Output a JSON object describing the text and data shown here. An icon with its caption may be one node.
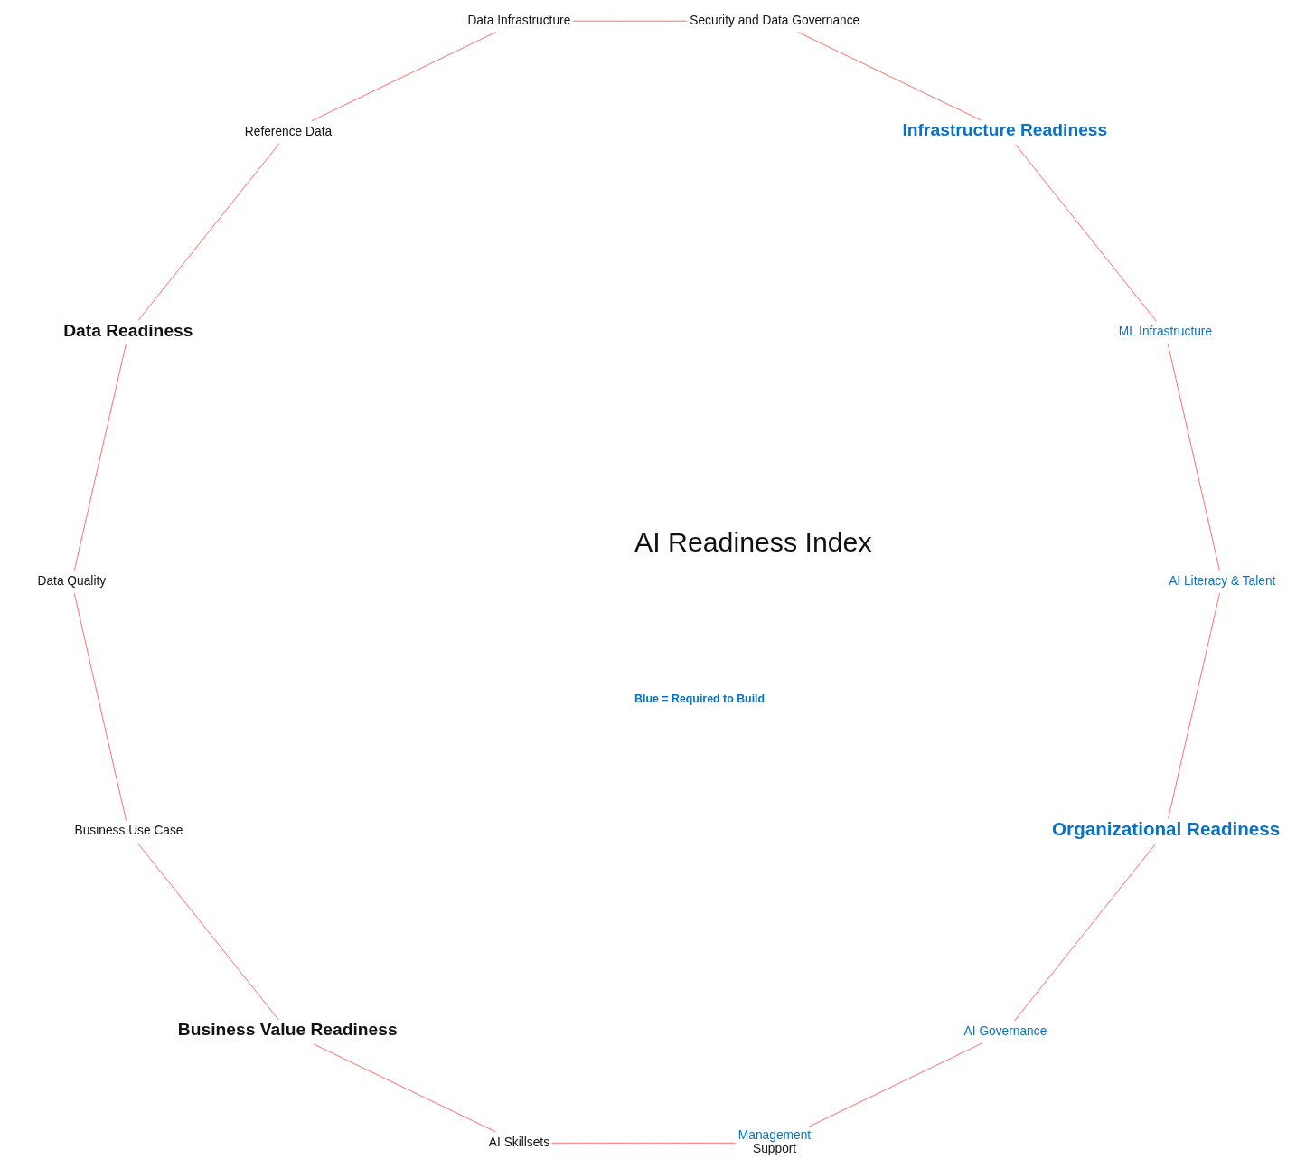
{
  "diagram": {
    "nodes": [
      {
        "text": [
          "Organizational Readiness"
        ]
      },
      {
        "text": [
          "AI Governance"
        ]
      },
      {
        "text": [
          "Management",
          "Support"
        ]
      },
      {
        "text": [
          "AI Skillsets"
        ]
      },
      {
        "text": [
          "Business Value Readiness"
        ]
      },
      {
        "text": [
          "Business Use Case"
        ]
      },
      {
        "text": [
          "Data Quality"
        ]
      },
      {
        "text": [
          "Data Readiness"
        ]
      },
      {
        "text": [
          "Reference Data"
        ]
      },
      {
        "text": [
          "Data Infrastructure"
        ]
      },
      {
        "text": [
          "Security and Data Governance"
        ]
      },
      {
        "text": [
          "Infrastructure Readiness"
        ]
      },
      {
        "text": [
          "ML Infrastructure"
        ]
      },
      {
        "text": [
          "AI Literacy & Talent"
        ]
      },
      {
        "text": [
          "AI Readiness Index"
        ]
      }
    ],
    "edges": [
      {
        "from": 0,
        "to": 1,
        "arrow": "none"
      },
      {
        "from": 1,
        "to": 2,
        "arrow": "none"
      },
      {
        "from": 2,
        "to": 3,
        "arrow": "none"
      },
      {
        "from": 3,
        "to": 4,
        "arrow": "none"
      },
      {
        "from": 4,
        "to": 5,
        "arrow": "none"
      },
      {
        "from": 5,
        "to": 6,
        "arrow": "none"
      },
      {
        "from": 6,
        "to": 7,
        "arrow": "none"
      },
      {
        "from": 7,
        "to": 8,
        "arrow": "none"
      },
      {
        "from": 8,
        "to": 9,
        "arrow": "none"
      },
      {
        "from": 9,
        "to": 10,
        "arrow": "none"
      },
      {
        "from": 10,
        "to": 11,
        "arrow": "none"
      },
      {
        "from": 11,
        "to": 12,
        "arrow": "none"
      },
      {
        "from": 12,
        "to": 13,
        "arrow": "none"
      },
      {
        "from": 13,
        "to": 0,
        "arrow": "none"
      }
    ],
    "labels": [
      "Blue = Required to Build"
    ]
  }
}
